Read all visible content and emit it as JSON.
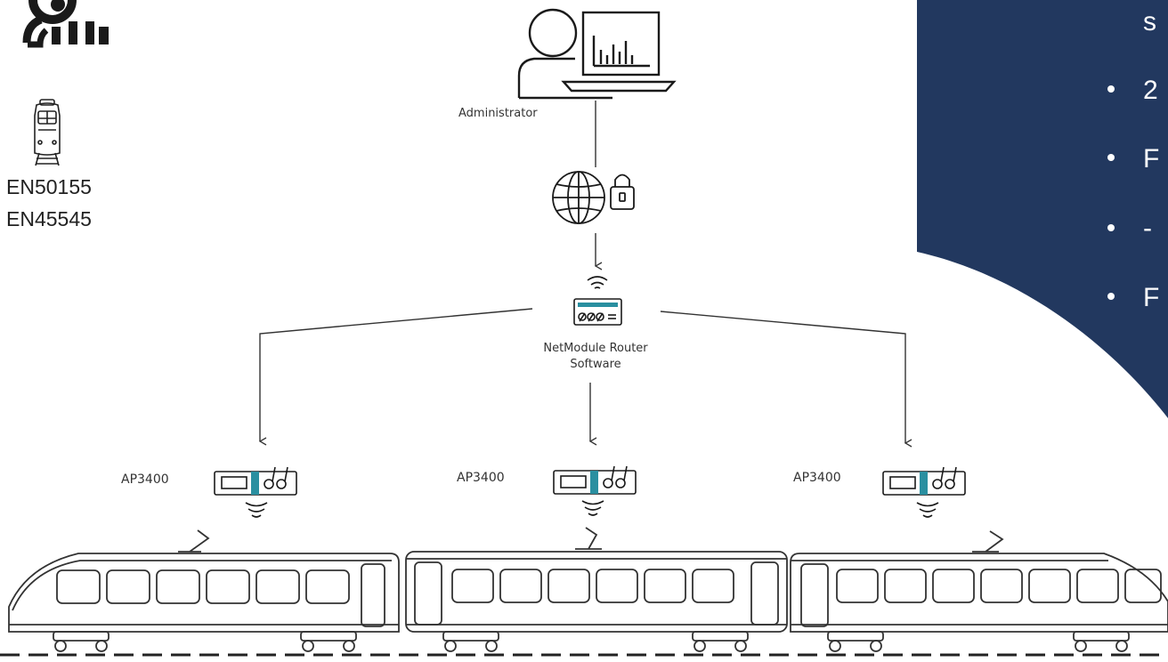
{
  "standards": [
    "EN50155",
    "EN45545"
  ],
  "nodes": {
    "administrator": "Administrator",
    "router_line1": "NetModule Router",
    "router_line2": "Software",
    "access_points": [
      "AP3400",
      "AP3400",
      "AP3400"
    ]
  },
  "panel": {
    "color": "#22385f",
    "text_fragments": [
      "s",
      "2",
      "F",
      "-",
      "F"
    ]
  },
  "icons": {
    "top_left": "wireless-signal-icon",
    "train_front": "train-front-icon",
    "administrator": "administrator-laptop-icon",
    "secure_web": "globe-lock-icon",
    "router": "router-icon",
    "access_point": "access-point-icon",
    "railcar": "railcar-icon"
  }
}
